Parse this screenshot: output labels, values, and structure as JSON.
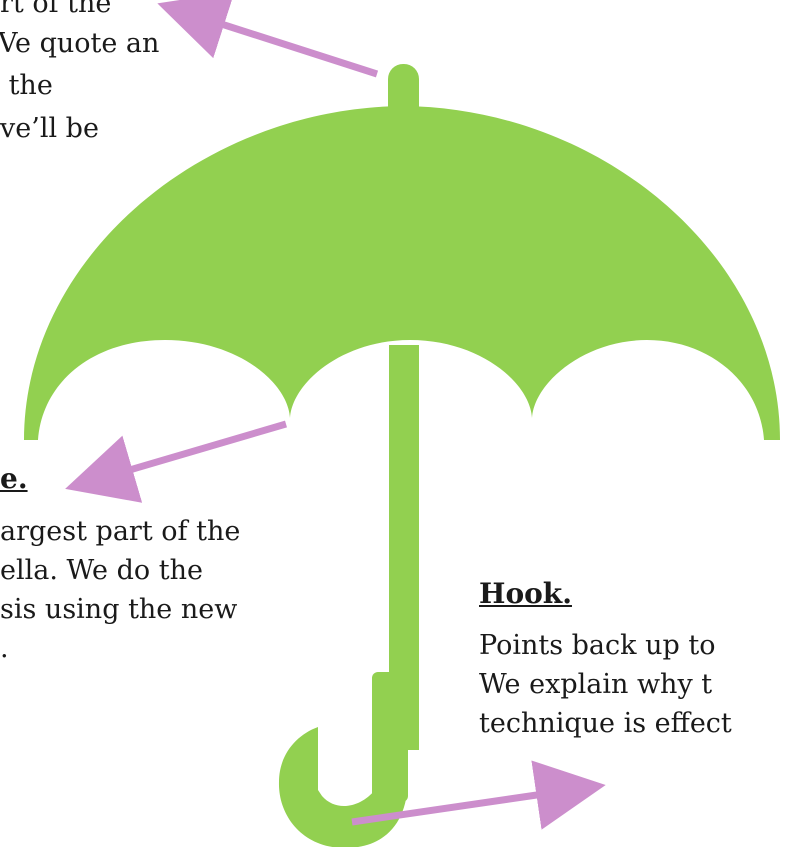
{
  "colors": {
    "umbrella": "#92D050",
    "arrow": "#CC8ECC",
    "text": "#1a1a1a"
  },
  "callouts": {
    "tip": {
      "lines": [
        "rt of the",
        "Ve quote an",
        " the",
        "ve’ll be"
      ]
    },
    "canopy": {
      "heading": "e.",
      "lines": [
        "argest part of the",
        "ella. We do the",
        "sis using the new",
        "."
      ]
    },
    "hook": {
      "heading": "Hook.",
      "lines": [
        "Points back up to",
        "We explain why t",
        "technique is effect"
      ]
    }
  }
}
